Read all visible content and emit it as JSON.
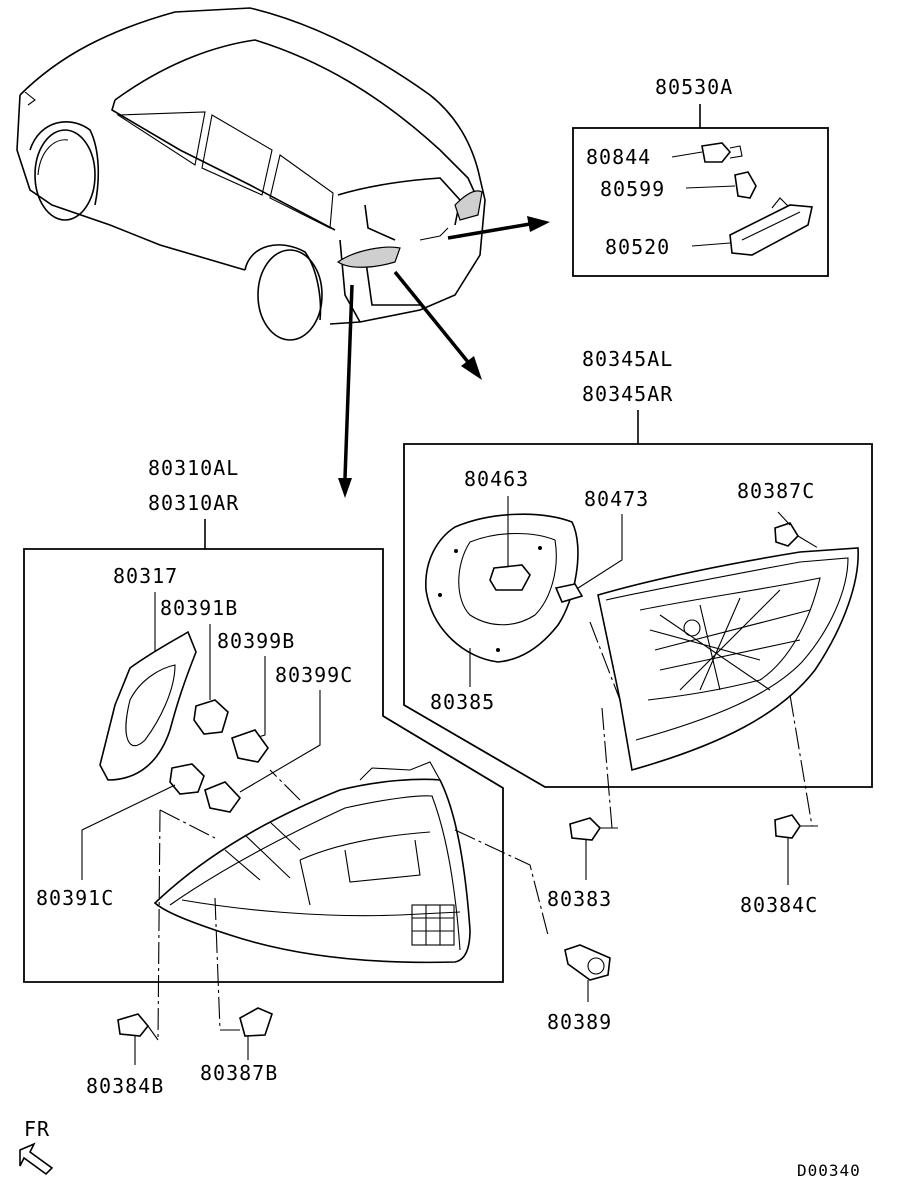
{
  "diagram_code": "D00340",
  "direction_label": "FR",
  "groups": {
    "high_mount_stop_lamp": {
      "assembly": "80530A",
      "parts": [
        "80844",
        "80599",
        "80520"
      ]
    },
    "inner_lamp": {
      "assembly_left": "80345AL",
      "assembly_right": "80345AR",
      "parts": [
        "80463",
        "80473",
        "80387C",
        "80385"
      ]
    },
    "outer_lamp": {
      "assembly_left": "80310AL",
      "assembly_right": "80310AR",
      "parts": [
        "80317",
        "80391B",
        "80399B",
        "80399C",
        "80391C"
      ]
    },
    "loose_parts": [
      "80383",
      "80384C",
      "80389",
      "80384B",
      "80387B"
    ]
  }
}
